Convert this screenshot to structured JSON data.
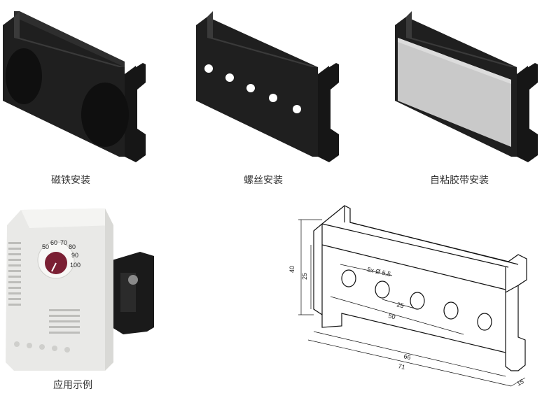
{
  "captions": {
    "magnet": "磁铁安装",
    "screw": "螺丝安装",
    "adhesive": "自粘胶带安装",
    "example": "应用示例"
  },
  "thermostat": {
    "dial_numbers": [
      "50",
      "60",
      "70",
      "80",
      "90",
      "100"
    ]
  },
  "drawing": {
    "height_total": "40",
    "height_inner": "25",
    "hole_spec": "5x Ø 5,5",
    "hole_pitch": "25",
    "hole_span": "50",
    "length_inner": "66",
    "length_total": "71",
    "depth": "15"
  },
  "colors": {
    "bracket": "#1f1f1f",
    "bracket_top": "#2c2c2c",
    "tape": "#c9c9c9",
    "housing": "#e9e9e7",
    "dial": "#7a1f33"
  }
}
